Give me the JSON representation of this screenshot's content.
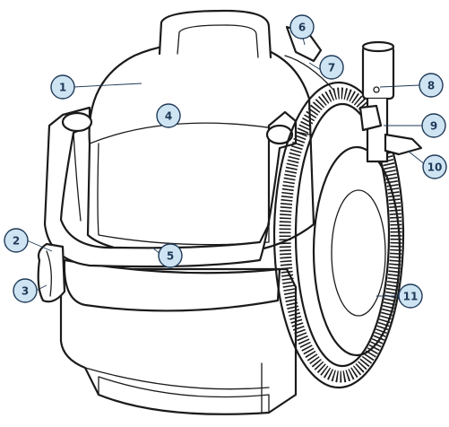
{
  "diagram": {
    "subject": "portable carpet and upholstery cleaner",
    "colors": {
      "callout_fill": "#cfe4f3",
      "callout_text": "#1f3a57",
      "line": "#1b1b1b"
    },
    "callouts": [
      {
        "id": "1",
        "label": "1"
      },
      {
        "id": "2",
        "label": "2"
      },
      {
        "id": "3",
        "label": "3"
      },
      {
        "id": "4",
        "label": "4"
      },
      {
        "id": "5",
        "label": "5"
      },
      {
        "id": "6",
        "label": "6"
      },
      {
        "id": "7",
        "label": "7"
      },
      {
        "id": "8",
        "label": "8"
      },
      {
        "id": "9",
        "label": "9"
      },
      {
        "id": "10",
        "label": "10"
      },
      {
        "id": "11",
        "label": "11"
      }
    ]
  }
}
